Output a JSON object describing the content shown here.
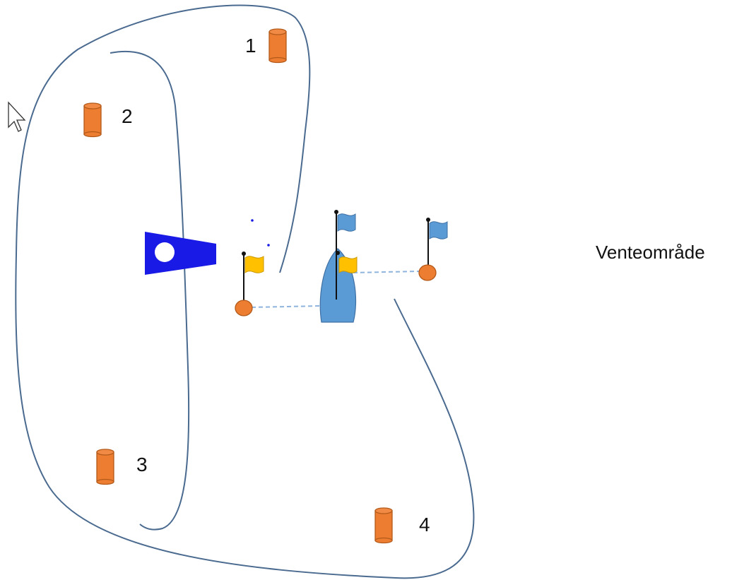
{
  "colors": {
    "course_line": "#4a6a8f",
    "mark_fill": "#ed7d31",
    "mark_stroke": "#b35a1a",
    "committee_flag": "#1a1ae6",
    "blue_flag": "#5b9bd5",
    "yellow_flag": "#ffc000",
    "boat": "#5b9bd5",
    "start_line": "#8fb4dd",
    "background": "#ffffff"
  },
  "marks": [
    {
      "id": "mark-1",
      "label": "1"
    },
    {
      "id": "mark-2",
      "label": "2"
    },
    {
      "id": "mark-3",
      "label": "3"
    },
    {
      "id": "mark-4",
      "label": "4"
    }
  ],
  "waiting_area": {
    "label": "Venteområde"
  },
  "icons": {
    "cursor": "mouse-pointer-icon",
    "committee_flag": "committee-flag-icon",
    "boat": "committee-boat-icon"
  }
}
